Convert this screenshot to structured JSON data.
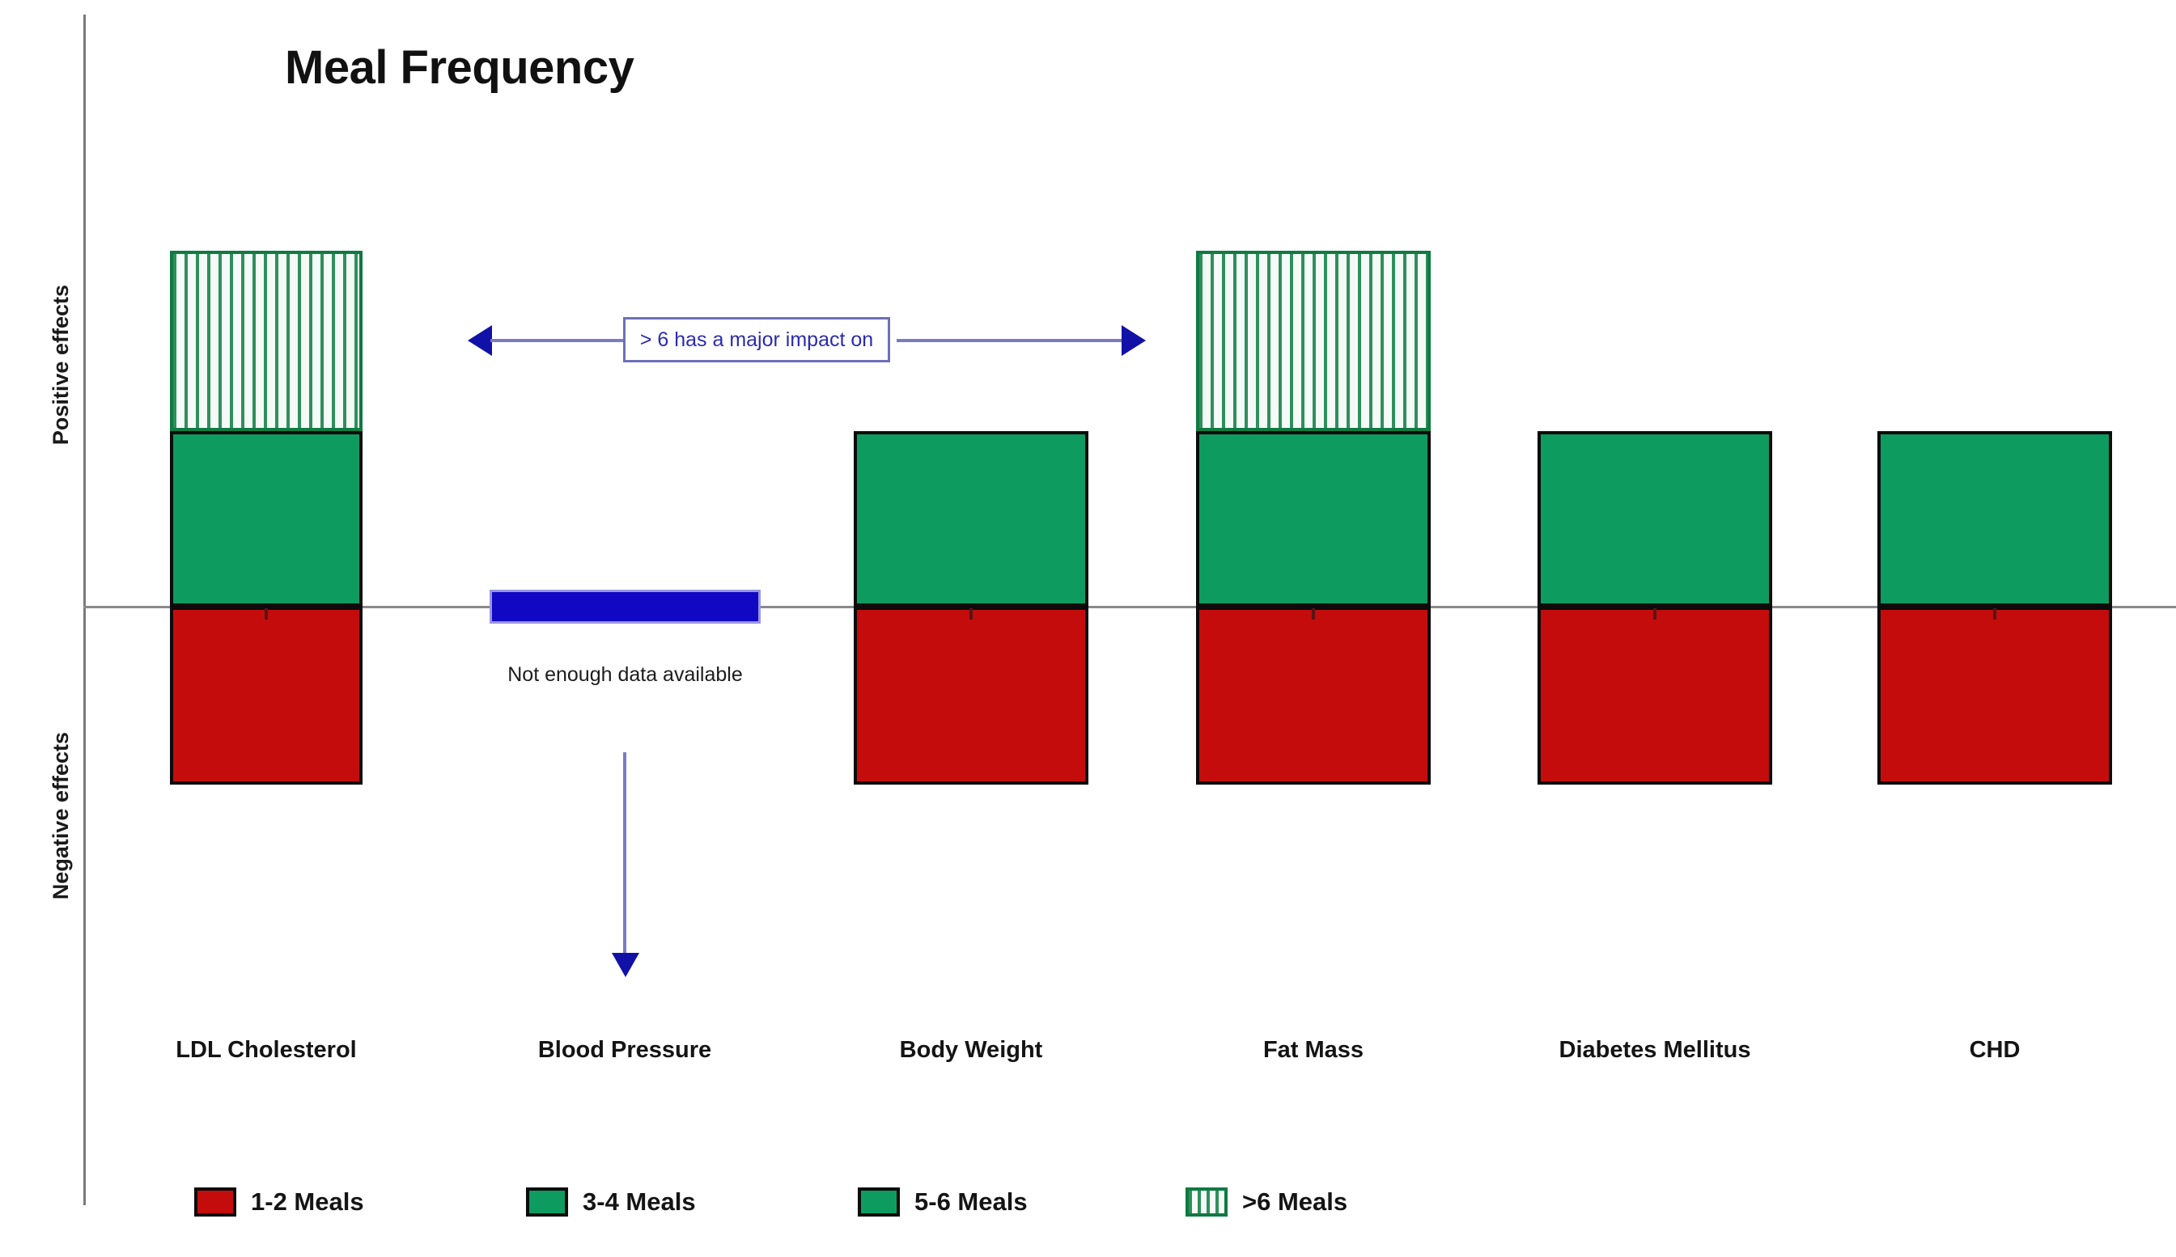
{
  "chart_data": {
    "type": "bar",
    "title": "Meal Frequency",
    "xlabel": "",
    "ylabel": "",
    "axis_labels": {
      "positive": "Positive effects",
      "negative": "Negative effects"
    },
    "grid": false,
    "legend_position": "bottom",
    "categories": [
      "LDL Cholesterol",
      "Blood Pressure",
      "Body Weight",
      "Fat Mass",
      "Diabetes Mellitus",
      "CHD"
    ],
    "legend": [
      {
        "label": "1-2 Meals",
        "color": "#c50c0c",
        "pattern": "solid"
      },
      {
        "label": "3-4 Meals",
        "color": "#0e9b60",
        "pattern": "solid"
      },
      {
        "label": "5-6 Meals",
        "color": "#0e9b60",
        "pattern": "solid"
      },
      {
        "label": ">6 Meals",
        "color": "#0e9b60",
        "pattern": "vertical-stripes"
      }
    ],
    "series": [
      {
        "name": "1-2 Meals",
        "values": [
          -1.0,
          null,
          -1.0,
          -1.0,
          -1.0,
          -1.0
        ]
      },
      {
        "name": "3-4 Meals",
        "values": [
          0.5,
          null,
          0.5,
          0.5,
          0.5,
          0.5
        ]
      },
      {
        "name": "5-6 Meals",
        "values": [
          0.4,
          null,
          0.4,
          0.4,
          0.4,
          0.4
        ]
      },
      {
        "name": ">6 Meals",
        "values": [
          0.85,
          null,
          0.0,
          0.85,
          0.0,
          0.0
        ]
      }
    ],
    "bars": [
      {
        "category": "LDL Cholesterol",
        "hatch_top": 310,
        "green_top": 533,
        "red_bottom": 970,
        "has_hatch": true
      },
      {
        "category": "Blood Pressure",
        "no_data": true
      },
      {
        "category": "Body Weight",
        "hatch_top": null,
        "green_top": 533,
        "red_bottom": 970,
        "has_hatch": false
      },
      {
        "category": "Fat Mass",
        "hatch_top": 310,
        "green_top": 533,
        "red_bottom": 970,
        "has_hatch": true
      },
      {
        "category": "Diabetes Mellitus",
        "hatch_top": null,
        "green_top": 533,
        "red_bottom": 970,
        "has_hatch": false
      },
      {
        "category": "CHD",
        "hatch_top": null,
        "green_top": 533,
        "red_bottom": 970,
        "has_hatch": false
      }
    ],
    "annotations": [
      {
        "name": "callout",
        "text": "> 6 has a major impact on",
        "arrows": "both",
        "color": "#2b2bb0"
      },
      {
        "name": "no-data-note",
        "text": "Not enough data available",
        "arrow": "down",
        "color": "#1c1c1c"
      }
    ]
  }
}
